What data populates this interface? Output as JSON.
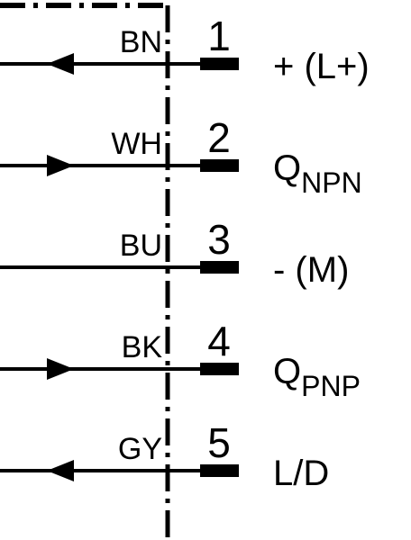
{
  "diagram": {
    "wires": [
      {
        "color_code": "BN",
        "pin": "1",
        "signal": "+ (L+)",
        "signal_sub": "",
        "arrow": "left"
      },
      {
        "color_code": "WH",
        "pin": "2",
        "signal": "Q",
        "signal_sub": "NPN",
        "arrow": "right"
      },
      {
        "color_code": "BU",
        "pin": "3",
        "signal": "- (M)",
        "signal_sub": "",
        "arrow": "none"
      },
      {
        "color_code": "BK",
        "pin": "4",
        "signal": "Q",
        "signal_sub": "PNP",
        "arrow": "right"
      },
      {
        "color_code": "GY",
        "pin": "5",
        "signal": "L/D",
        "signal_sub": "",
        "arrow": "left"
      }
    ]
  }
}
